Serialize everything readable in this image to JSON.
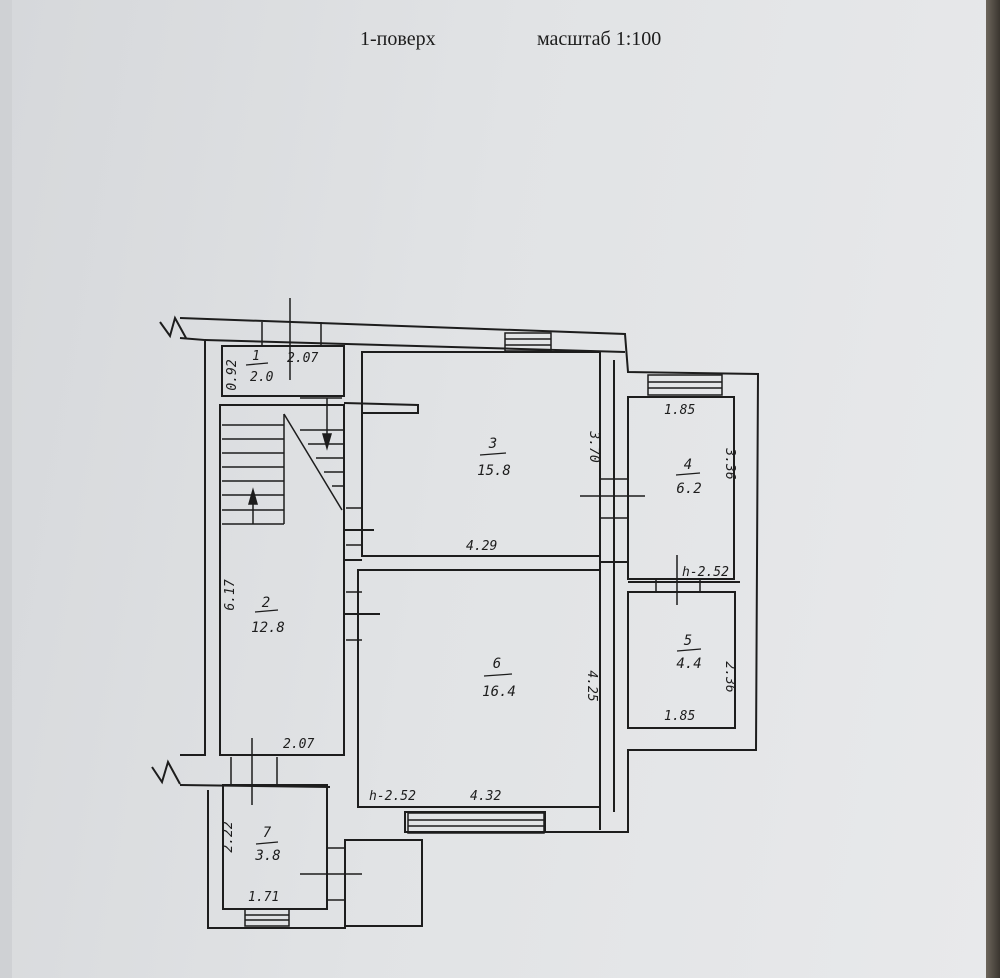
{
  "header": {
    "floor": "1-поверх",
    "scale": "масштаб 1:100"
  },
  "rooms": [
    {
      "id": "1",
      "area": "2.0"
    },
    {
      "id": "2",
      "area": "12.8"
    },
    {
      "id": "3",
      "area": "15.8"
    },
    {
      "id": "4",
      "area": "6.2"
    },
    {
      "id": "5",
      "area": "4.4"
    },
    {
      "id": "6",
      "area": "16.4"
    },
    {
      "id": "7",
      "area": "3.8"
    }
  ],
  "dimensions": {
    "r1_width": "2.07",
    "r1_height": "0.92",
    "r2_height": "6.17",
    "r2_width": "2.07",
    "r3_width": "4.29",
    "r3_height": "3.70",
    "r4_width": "1.85",
    "r4_height": "3.36",
    "r5_width": "1.85",
    "r5_height": "2.36",
    "r6_width": "4.32",
    "r6_height": "4.25",
    "r7_width": "1.71",
    "r7_height": "2.22",
    "ceiling_right": "h-2.52",
    "ceiling_main": "h-2.52"
  },
  "colors": {
    "ink": "#1d1d1d",
    "paper": "#e3e5e7"
  }
}
